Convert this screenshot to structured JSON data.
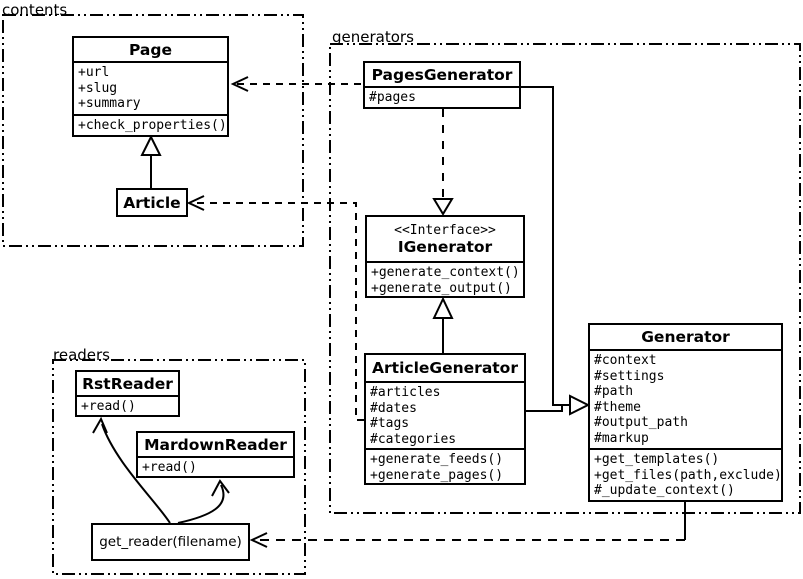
{
  "packages": {
    "contents": {
      "label": "contents"
    },
    "generators": {
      "label": "generators"
    },
    "readers": {
      "label": "readers"
    }
  },
  "classes": {
    "page": {
      "title": "Page",
      "attributes": [
        "+url",
        "+slug",
        "+summary"
      ],
      "methods": [
        "+check_properties()"
      ]
    },
    "article": {
      "title": "Article"
    },
    "pages_generator": {
      "title": "PagesGenerator",
      "attributes": [
        "#pages"
      ]
    },
    "igenerator": {
      "stereotype": "<<Interface>>",
      "title": "IGenerator",
      "methods": [
        "+generate_context()",
        "+generate_output()"
      ]
    },
    "article_generator": {
      "title": "ArticleGenerator",
      "attributes": [
        "#articles",
        "#dates",
        "#tags",
        "#categories"
      ],
      "methods": [
        "+generate_feeds()",
        "+generate_pages()"
      ]
    },
    "generator": {
      "title": "Generator",
      "attributes": [
        "#context",
        "#settings",
        "#path",
        "#theme",
        "#output_path",
        "#markup"
      ],
      "methods": [
        "+get_templates()",
        "+get_files(path,exclude)",
        "#_update_context()"
      ]
    },
    "rst_reader": {
      "title": "RstReader",
      "methods": [
        "+read()"
      ]
    },
    "mardown_reader": {
      "title": "MardownReader",
      "methods": [
        "+read()"
      ]
    },
    "get_reader": {
      "label": "get_reader(filename)"
    }
  },
  "relationships": [
    {
      "from": "Article",
      "to": "Page",
      "type": "generalization"
    },
    {
      "from": "PagesGenerator",
      "to": "Page",
      "type": "dependency"
    },
    {
      "from": "ArticleGenerator",
      "to": "Article",
      "type": "dependency"
    },
    {
      "from": "PagesGenerator",
      "to": "IGenerator",
      "type": "realization"
    },
    {
      "from": "ArticleGenerator",
      "to": "IGenerator",
      "type": "generalization"
    },
    {
      "from": "PagesGenerator",
      "to": "Generator",
      "type": "generalization"
    },
    {
      "from": "ArticleGenerator",
      "to": "Generator",
      "type": "generalization"
    },
    {
      "from": "Generator",
      "to": "get_reader(filename)",
      "type": "dependency"
    },
    {
      "from": "get_reader(filename)",
      "to": "RstReader",
      "type": "arrow"
    },
    {
      "from": "get_reader(filename)",
      "to": "MardownReader",
      "type": "arrow"
    }
  ],
  "colors": {
    "line": "#000000",
    "background": "#ffffff"
  }
}
